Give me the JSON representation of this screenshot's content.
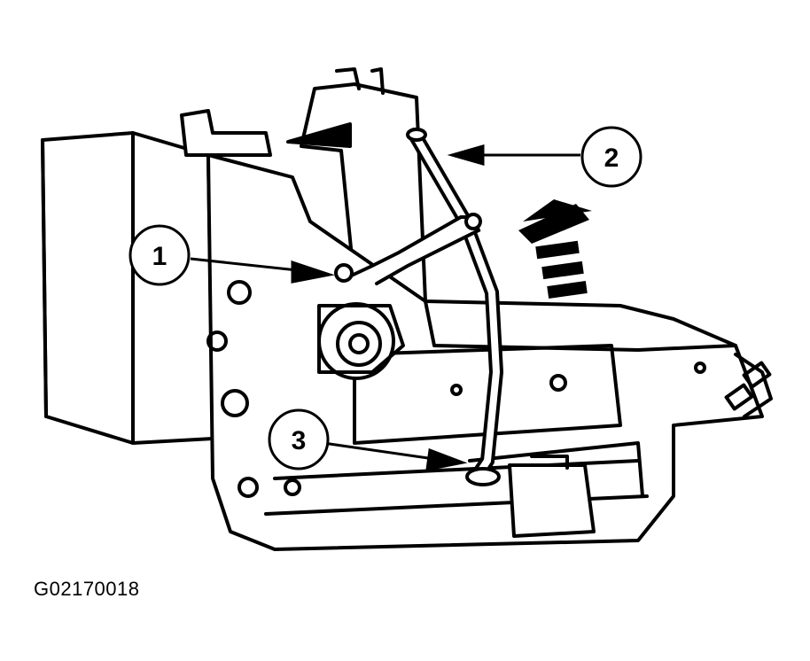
{
  "figure": {
    "callouts": [
      {
        "label": "1"
      },
      {
        "label": "2"
      },
      {
        "label": "3"
      }
    ],
    "figure_id": "G02170018",
    "colors": {
      "ink": "#000000",
      "paper": "#ffffff"
    }
  }
}
